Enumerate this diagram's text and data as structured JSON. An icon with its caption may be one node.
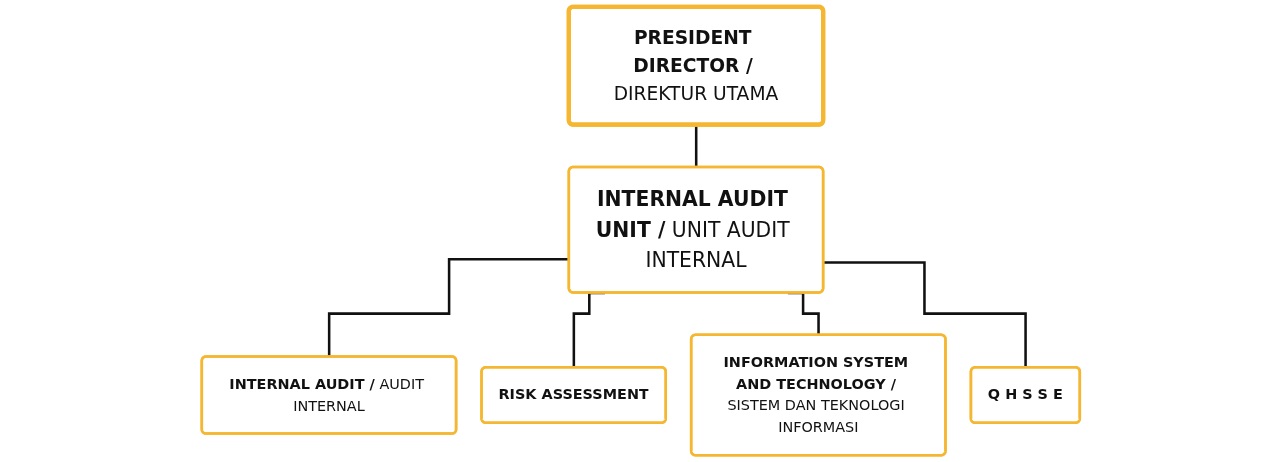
{
  "diagram": {
    "nodes": [
      {
        "text": [
          "**PRESIDENT DIRECTOR /** DIREKTUR UTAMA"
        ]
      },
      {
        "text": [
          "**INTERNAL AUDIT UNIT /** UNIT AUDIT INTERNAL"
        ]
      },
      {
        "text": [
          "**INTERNAL AUDIT /** AUDIT INTERNAL"
        ]
      },
      {
        "text": [
          "**RISK ASSESSMENT**"
        ]
      },
      {
        "text": [
          "**INFORMATION SYSTEM AND TECHNOLOGY /** SISTEM DAN TEKNOLOGI INFORMASI"
        ]
      },
      {
        "text": [
          "**Q H S S E**"
        ]
      }
    ],
    "edges": [
      {
        "from": 0,
        "to": 1,
        "arrow": "none"
      },
      {
        "from": 1,
        "to": 2,
        "arrow": "none"
      },
      {
        "from": 1,
        "to": 3,
        "arrow": "none"
      },
      {
        "from": 1,
        "to": 4,
        "arrow": "none"
      },
      {
        "from": 1,
        "to": 5,
        "arrow": "none"
      }
    ]
  }
}
